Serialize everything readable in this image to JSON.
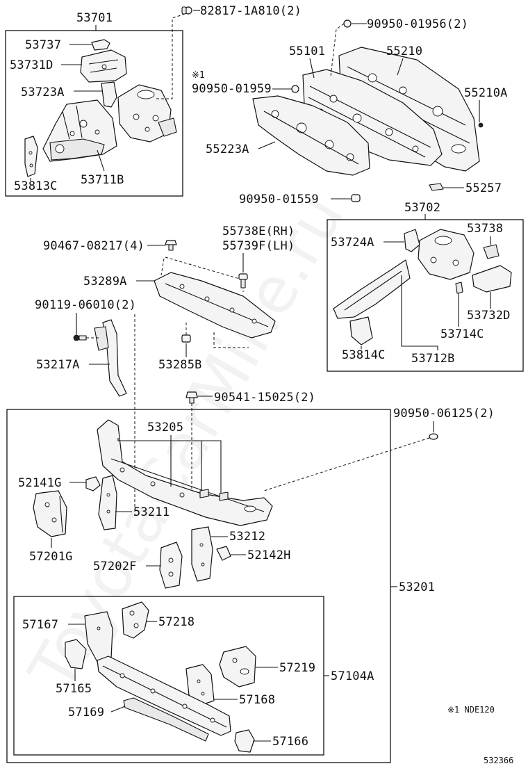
{
  "diagram": {
    "watermark": "ToyotaCarMine.ru",
    "footnote": "※1 NDE120",
    "figure_number": "532366",
    "group_labels": {
      "g53701": "53701",
      "g53702": "53702",
      "g53201": "53201",
      "g57104A": "57104A"
    },
    "labels": {
      "l53737": "53737",
      "l53731D": "53731D",
      "l53723A": "53723A",
      "l53813C": "53813C",
      "l53711B": "53711B",
      "l82817": "82817-1A810(2)",
      "l90950_01956": "90950-01956(2)",
      "l55101": "55101",
      "l55210": "55210",
      "l_note1": "※1",
      "l90950_01959": "90950-01959",
      "l55210A": "55210A",
      "l55223A": "55223A",
      "l90950_01559": "90950-01559",
      "l55257": "55257",
      "l55738E": "55738E(RH)",
      "l55739F": "55739F(LH)",
      "l90467": "90467-08217(4)",
      "l53289A": "53289A",
      "l90119": "90119-06010(2)",
      "l53217A": "53217A",
      "l53285B": "53285B",
      "l53724A": "53724A",
      "l53738": "53738",
      "l53732D": "53732D",
      "l53714C": "53714C",
      "l53814C": "53814C",
      "l53712B": "53712B",
      "l90541": "90541-15025(2)",
      "l90950_06125": "90950-06125(2)",
      "l53205": "53205",
      "l52141G": "52141G",
      "l53211": "53211",
      "l57201G": "57201G",
      "l53212": "53212",
      "l52142H": "52142H",
      "l57202F": "57202F",
      "l57167": "57167",
      "l57218": "57218",
      "l57219": "57219",
      "l57165": "57165",
      "l57168": "57168",
      "l57169": "57169",
      "l57166": "57166"
    }
  }
}
